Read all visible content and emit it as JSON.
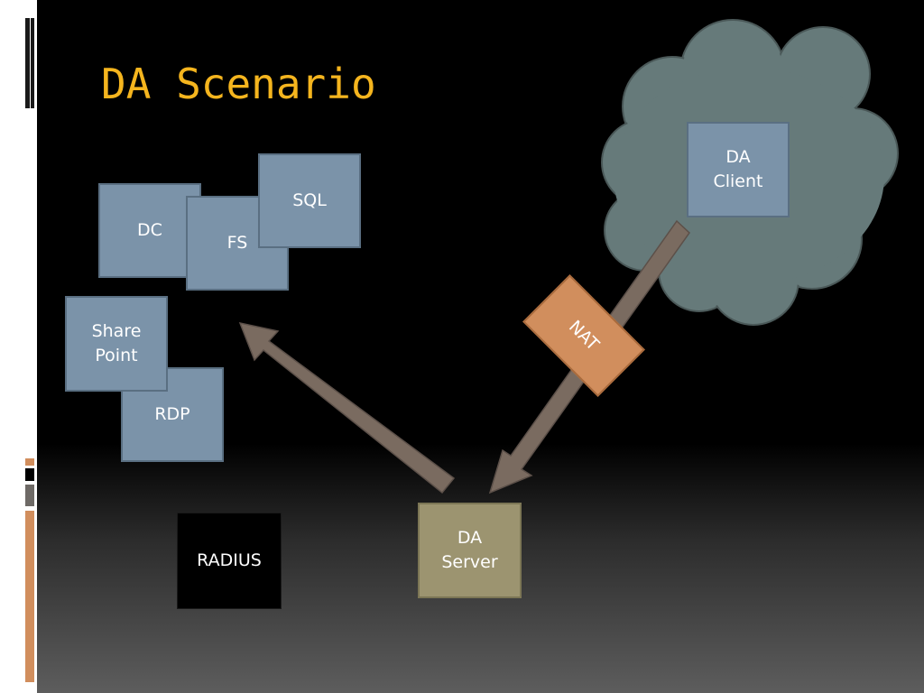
{
  "title": "DA Scenario",
  "nodes": {
    "dc": "DC",
    "fs": "FS",
    "sql": "SQL",
    "sharepoint": "Share\nPoint",
    "rdp": "RDP",
    "radius": "RADIUS",
    "da_server": "DA\nServer",
    "da_client": "DA\nClient",
    "nat": "NAT"
  },
  "colors": {
    "title": "#f5b51e",
    "server_box": "#7b93a9",
    "cloud": "#667a7a",
    "arrow": "#7a6b60",
    "nat": "#d18e5d",
    "da_server": "#9c9470"
  }
}
